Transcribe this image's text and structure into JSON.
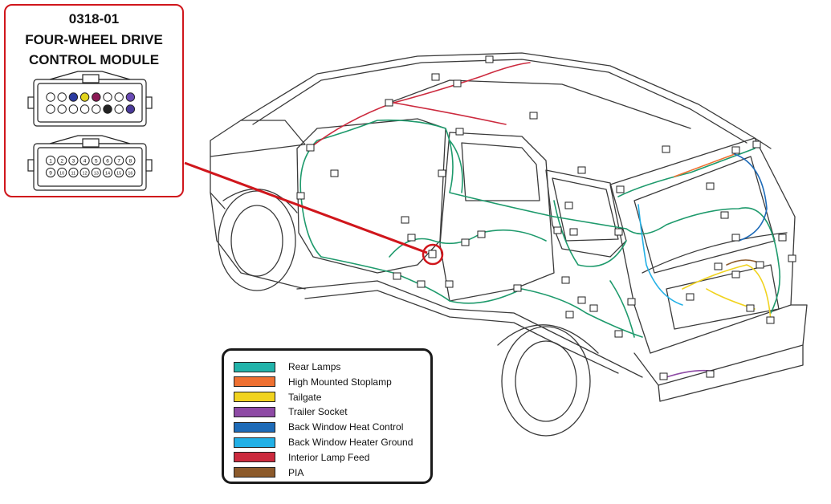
{
  "module": {
    "code": "0318-01",
    "name_line1": "FOUR-WHEEL DRIVE",
    "name_line2": "CONTROL MODULE",
    "rear_pin_numbers": [
      "1",
      "2",
      "3",
      "4",
      "5",
      "6",
      "7",
      "8",
      "9",
      "10",
      "11",
      "12",
      "13",
      "14",
      "15",
      "16"
    ]
  },
  "legend": [
    {
      "label": "Rear Lamps",
      "color": "#21b3aa"
    },
    {
      "label": "High Mounted Stoplamp",
      "color": "#ee7031"
    },
    {
      "label": "Tailgate",
      "color": "#f1d31f"
    },
    {
      "label": "Trailer Socket",
      "color": "#8e4aa5"
    },
    {
      "label": "Back Window Heat Control",
      "color": "#1e6bb8"
    },
    {
      "label": "Back Window Heater Ground",
      "color": "#22b0e6"
    },
    {
      "label": "Interior Lamp Feed",
      "color": "#cc2a3e"
    },
    {
      "label": "PIA",
      "color": "#8c5a2b"
    }
  ],
  "colors": {
    "callout": "#d0161c",
    "harness_main": "#1e9a6c",
    "vehicle_outline": "#3a3a3a"
  }
}
